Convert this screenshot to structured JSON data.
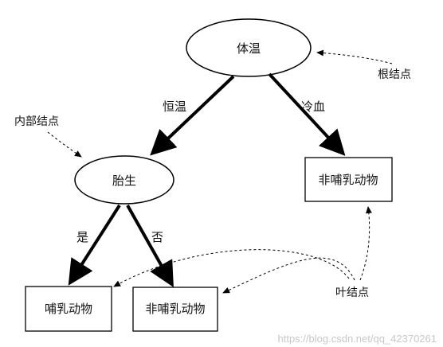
{
  "nodes": {
    "root": "体温",
    "internal": "胎生",
    "leaf_cold": "非哺乳动物",
    "leaf_mammal": "哺乳动物",
    "leaf_nonmammal": "非哺乳动物"
  },
  "edges": {
    "warm": "恒温",
    "cold": "冷血",
    "yes": "是",
    "no": "否"
  },
  "annotations": {
    "root_node": "根结点",
    "internal_node": "内部结点",
    "leaf_node": "叶结点"
  },
  "watermark": "https://blog.csdn.net/qq_42370261"
}
